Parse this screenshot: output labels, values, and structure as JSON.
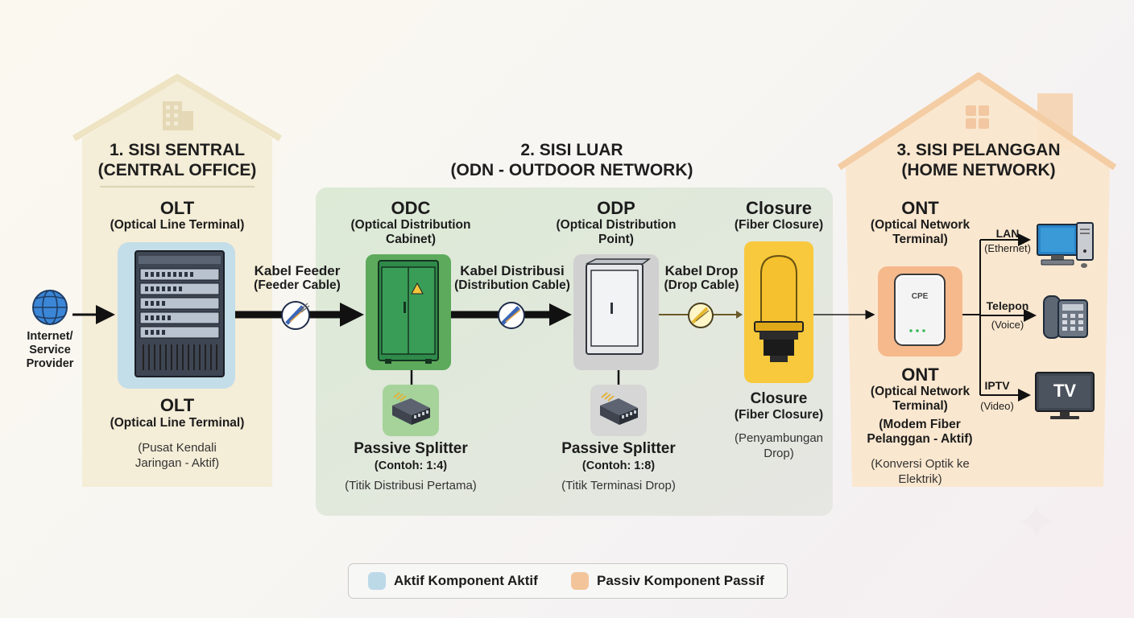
{
  "sections": {
    "central": {
      "line1": "1. SISI SENTRAL",
      "line2": "(CENTRAL OFFICE)"
    },
    "outside": {
      "line1": "2. SISI LUAR",
      "line2": "(ODN - OUTDOOR NETWORK)"
    },
    "customer": {
      "line1": "3. SISI PELANGGAN",
      "line2": "(HOME NETWORK)"
    }
  },
  "internet": {
    "label": "Internet/ Service Provider"
  },
  "olt": {
    "top_name": "OLT",
    "top_full": "(Optical Line Terminal)",
    "bottom_name": "OLT",
    "bottom_full": "(Optical Line Terminal)",
    "note": "(Pusat Kendali Jaringan - Aktif)"
  },
  "cables": {
    "feeder": {
      "name": "Kabel Feeder",
      "sub": "(Feeder Cable)"
    },
    "distribution": {
      "name": "Kabel Distribusi",
      "sub": "(Distribution Cable)"
    },
    "drop": {
      "name": "Kabel Drop",
      "sub": "(Drop Cable)"
    }
  },
  "odc": {
    "name": "ODC",
    "full": "(Optical Distribution Cabinet)",
    "splitter": "Passive Splitter",
    "ratio": "(Contoh: 1:4)",
    "note": "(Titik Distribusi Pertama)"
  },
  "odp": {
    "name": "ODP",
    "full": "(Optical Distribution Point)",
    "splitter": "Passive Splitter",
    "ratio": "(Contoh: 1:8)",
    "note": "(Titik Terminasi Drop)"
  },
  "closure": {
    "top_name": "Closure",
    "top_full": "(Fiber Closure)",
    "bottom_name": "Closure",
    "bottom_full": "(Fiber Closure)",
    "note": "(Penyambungan Drop)"
  },
  "ont": {
    "top_name": "ONT",
    "top_full": "(Optical Network Terminal)",
    "device_label": "CPE",
    "bottom_name": "ONT",
    "bottom_full": "(Optical Network Terminal)",
    "modem": "(Modem Fiber Pelanggan - Aktif)",
    "note": "(Konversi Optik ke Elektrik)"
  },
  "outputs": [
    {
      "name": "LAN",
      "sub": "(Ethernet)"
    },
    {
      "name": "Telepon",
      "sub": "(Voice)"
    },
    {
      "name": "IPTV",
      "sub": "(Video)"
    }
  ],
  "tv_label": "TV",
  "legend": {
    "active": {
      "text": "Aktif Komponent Aktif",
      "color": "#bcd9e8"
    },
    "passive": {
      "text": "Passiv Komponent Passif",
      "color": "#f3c49a"
    }
  },
  "colors": {
    "central_bg": "#f3ecd5",
    "outside_bg": "#e8ebe3",
    "customer_bg": "#fae6cc",
    "olt_box": "#c3dde9",
    "odc_green": "#5daa5c",
    "closure_yellow": "#f8c93c",
    "ont_orange": "#f5b98c"
  }
}
